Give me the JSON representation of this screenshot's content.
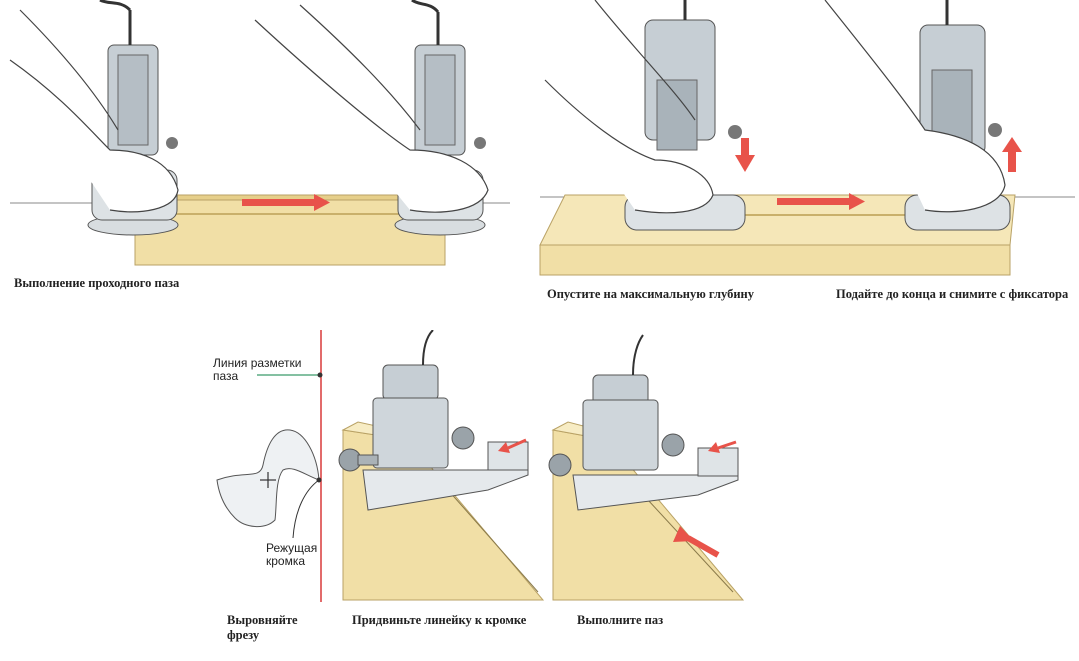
{
  "captions": {
    "through_groove": "Выполнение проходного паза",
    "plunge_max": "Опустите на максимальную глубину",
    "feed_release": "Подайте до конца и снимите с фиксатора",
    "align_cutter_1": "Выровняйте",
    "align_cutter_2": "фрезу",
    "slide_fence": "Придвиньте линейку к кромке",
    "cut_groove": "Выполните паз"
  },
  "labels": {
    "marking_line_1": "Линия разметки",
    "marking_line_2": "паза",
    "cutting_edge_1": "Режущая",
    "cutting_edge_2": "кромка"
  },
  "colors": {
    "arrow": "#e8534a",
    "board": "#f1dfa6",
    "board_edge": "#d9c27f",
    "tool": "#c9d1d6",
    "marking_line": "#d83a3a",
    "fence": "#3a9a6a"
  }
}
